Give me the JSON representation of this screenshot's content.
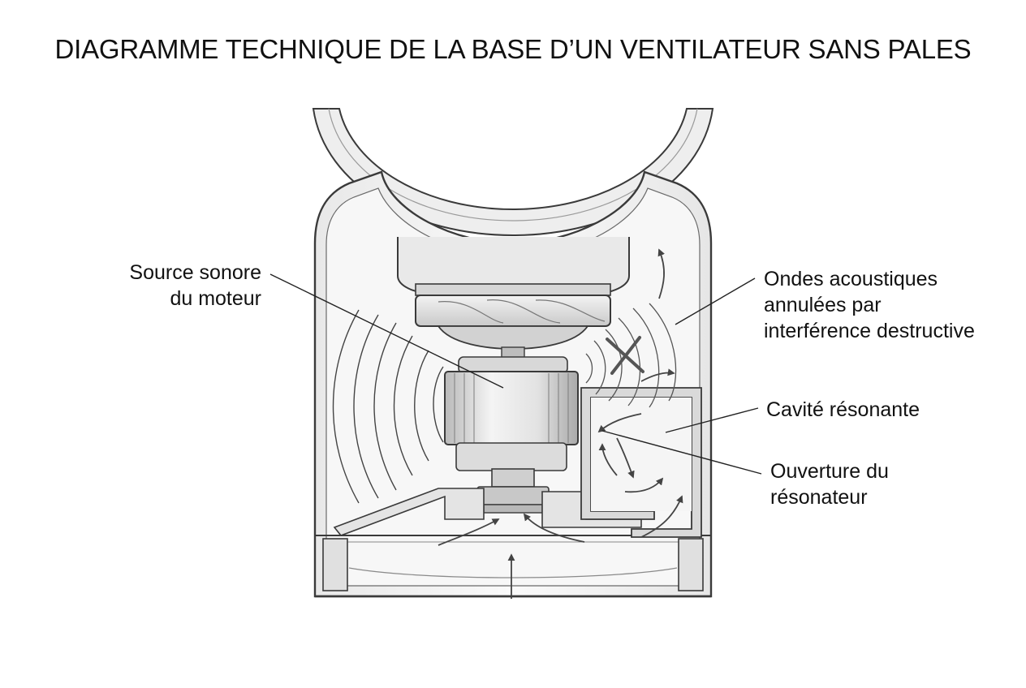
{
  "title": "DIAGRAMME TECHNIQUE DE LA BASE D’UN VENTILATEUR SANS PALES",
  "labels": {
    "source": [
      "Source sonore",
      "du moteur"
    ],
    "ondes": [
      "Ondes acoustiques",
      "annulées par",
      "interférence destructive"
    ],
    "cavite": [
      "Cavité résonante"
    ],
    "ouverture": [
      "Ouverture du",
      "résonateur"
    ]
  },
  "colors": {
    "outline": "#3a3a3a",
    "fill_light": "#f2f2f2",
    "fill_mid": "#dcdcdc",
    "fill_dark": "#c4c4c4",
    "leader": "#222222"
  },
  "icons": {
    "cancel_mark": "x-mark-icon",
    "airflow": "curved-arrow-icon",
    "sound_waves": "wave-arcs-icon"
  }
}
